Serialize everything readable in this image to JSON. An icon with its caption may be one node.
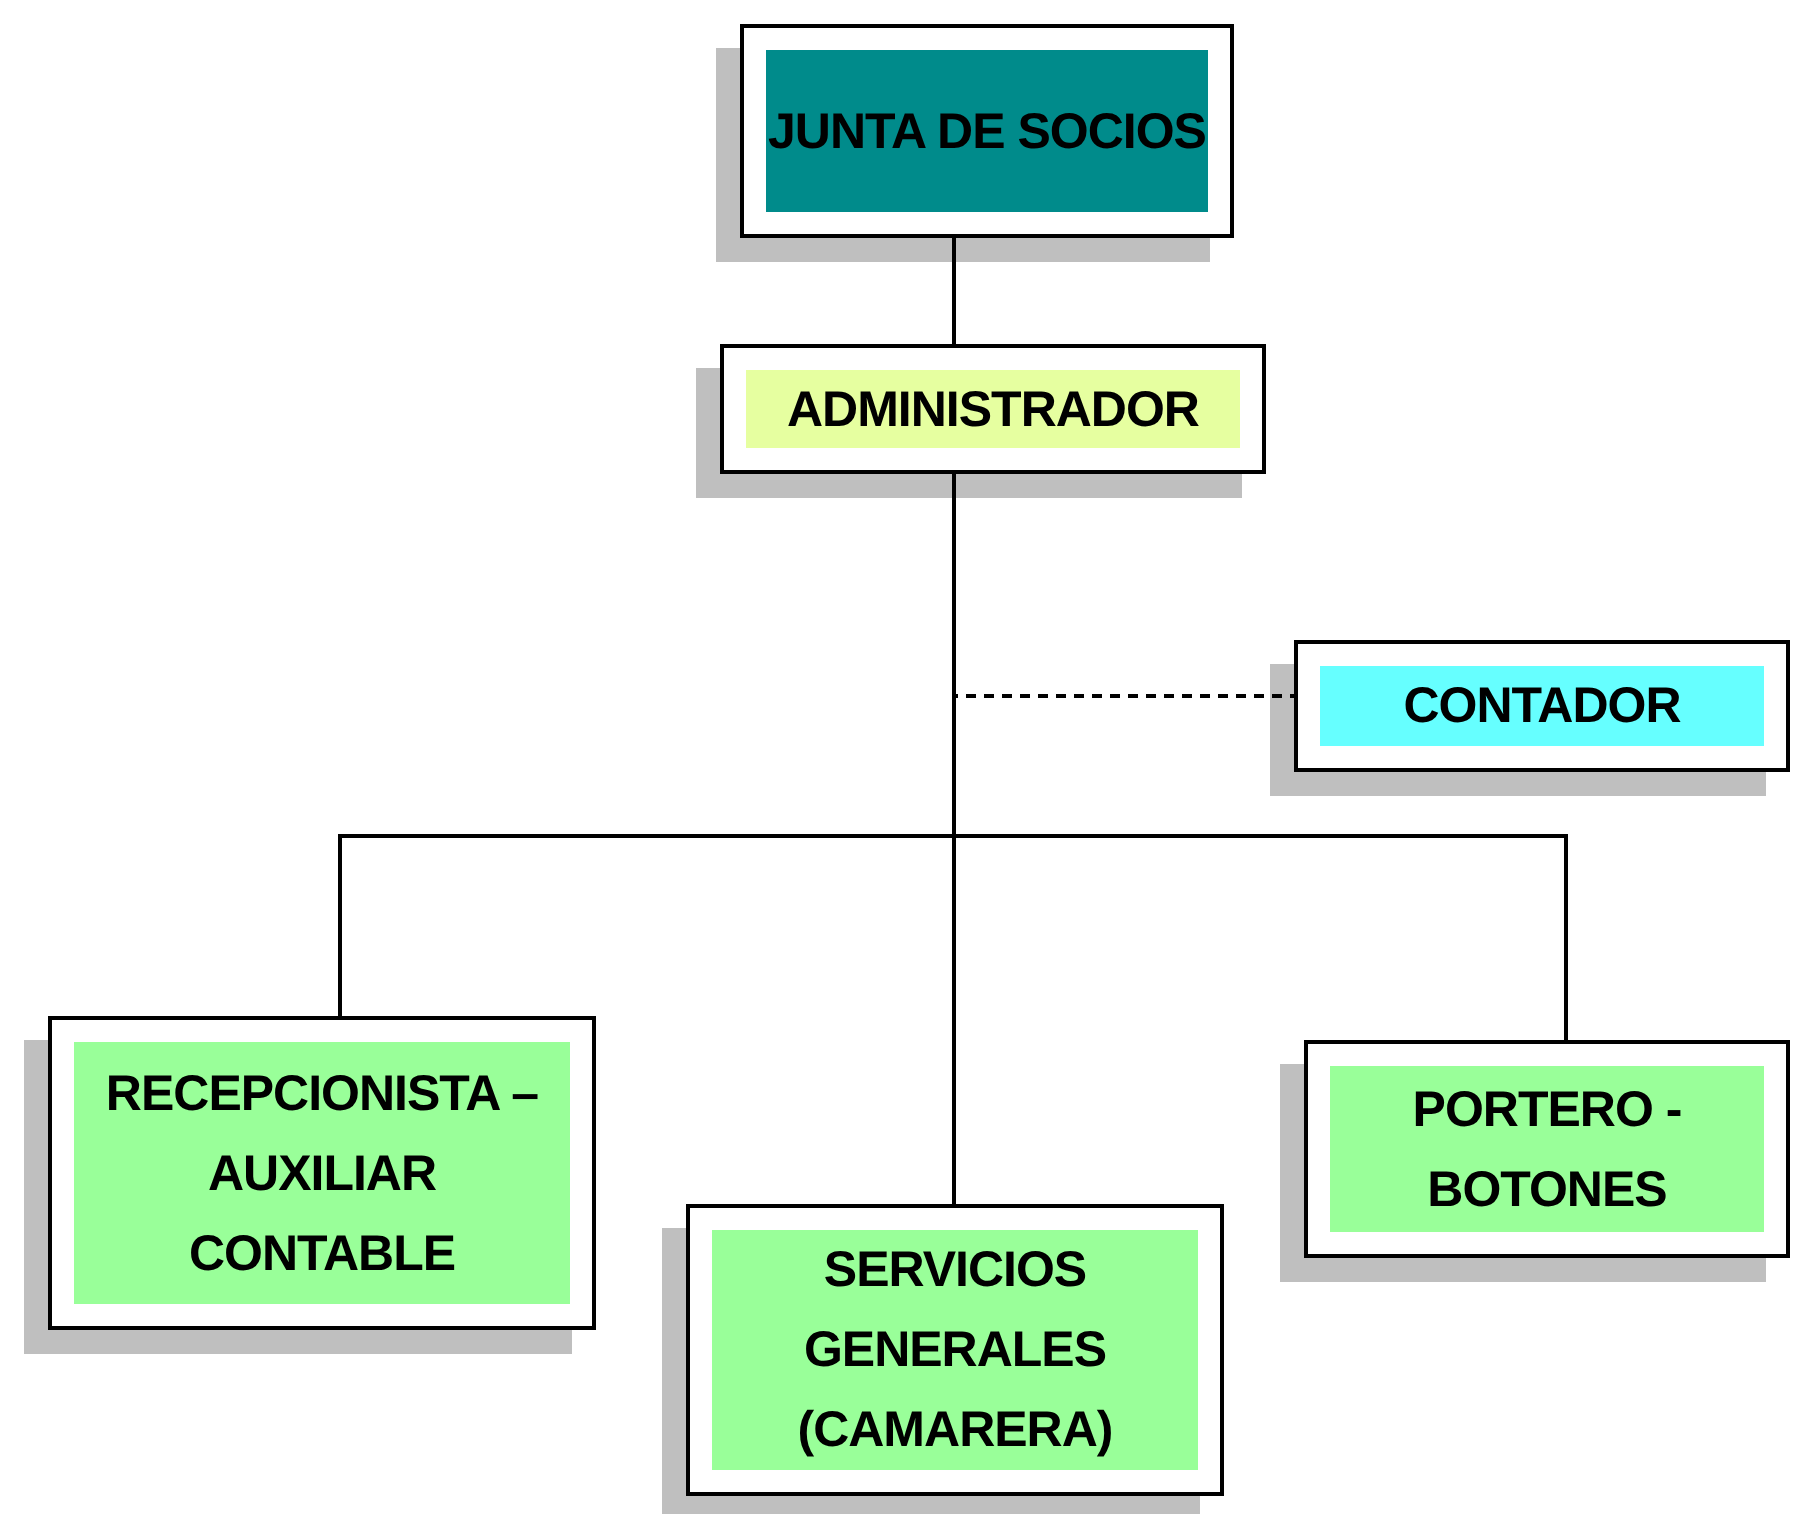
{
  "diagram": {
    "nodes": [
      {
        "text": [
          "JUNTA DE SOCIOS"
        ]
      },
      {
        "text": [
          "ADMINISTRADOR"
        ]
      },
      {
        "text": [
          "CONTADOR"
        ]
      },
      {
        "text": [
          "RECEPCIONISTA – AUXILIAR CONTABLE"
        ]
      },
      {
        "text": [
          "SERVICIOS GENERALES (CAMARERA)"
        ]
      },
      {
        "text": [
          "PORTERO - BOTONES"
        ]
      }
    ],
    "edges": [
      {
        "from": 0,
        "to": 1,
        "arrow": "none"
      },
      {
        "from": 1,
        "to": 2,
        "arrow": "none",
        "style": "dashed"
      },
      {
        "from": 1,
        "to": 3,
        "arrow": "none"
      },
      {
        "from": 1,
        "to": 4,
        "arrow": "none"
      },
      {
        "from": 1,
        "to": 5,
        "arrow": "none"
      }
    ]
  }
}
